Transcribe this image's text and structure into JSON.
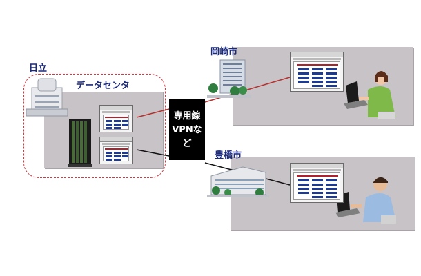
{
  "labels": {
    "hitachi": "日立",
    "datacenter": "データセンタ",
    "okazaki": "岡崎市",
    "toyohashi": "豊橋市",
    "network_line1": "専用線",
    "network_line2": "VPNなど"
  },
  "colors": {
    "panel": "#c8c3c6",
    "dashed_border": "#d9363e",
    "link_okazaki": "#b5302e",
    "link_toyohashi": "#111111",
    "label_text": "#1c2a7a"
  }
}
